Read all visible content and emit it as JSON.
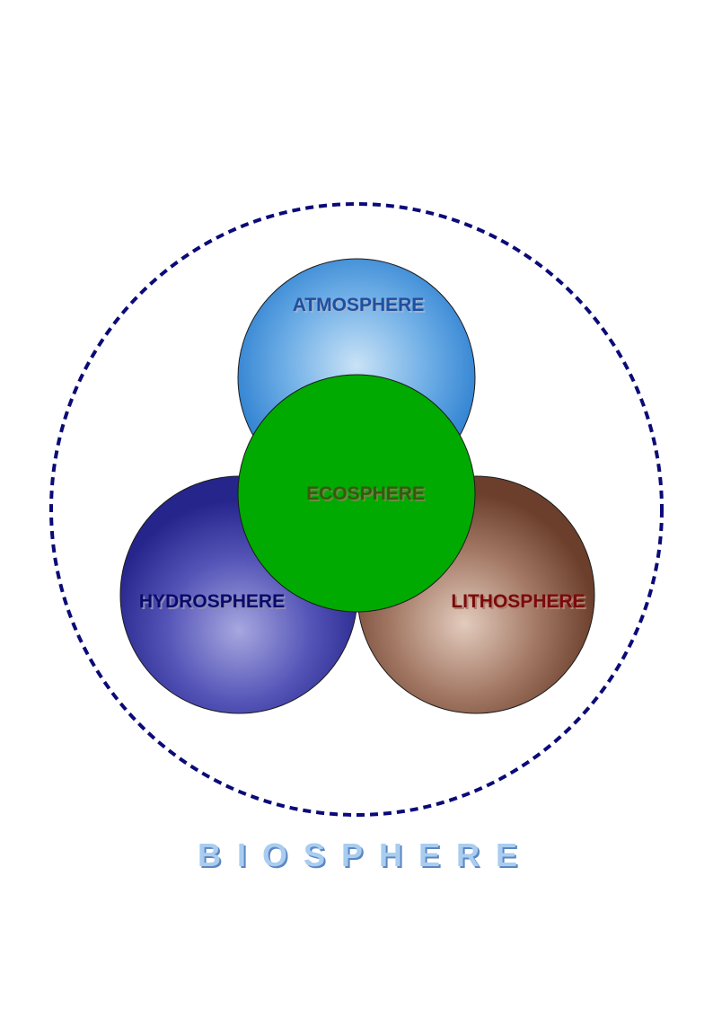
{
  "diagram": {
    "atmosphere": {
      "label": "ATMOSPHERE",
      "color": "#3d8bd6",
      "text_color": "#1f4fa0"
    },
    "hydrosphere": {
      "label": "HYDROSPHERE",
      "color": "#2f2f96",
      "text_color": "#0a0a6a"
    },
    "lithosphere": {
      "label": "LITHOSPHERE",
      "color": "#7a4a36",
      "text_color": "#7a0a0a"
    },
    "ecosphere": {
      "label": "ECOSPHERE",
      "color": "#00aa00",
      "text_color": "#355a10"
    },
    "biosphere": {
      "label": "BIOSPHERE",
      "boundary_color": "#0a0a78",
      "text_color": "#a8cdf0"
    }
  }
}
